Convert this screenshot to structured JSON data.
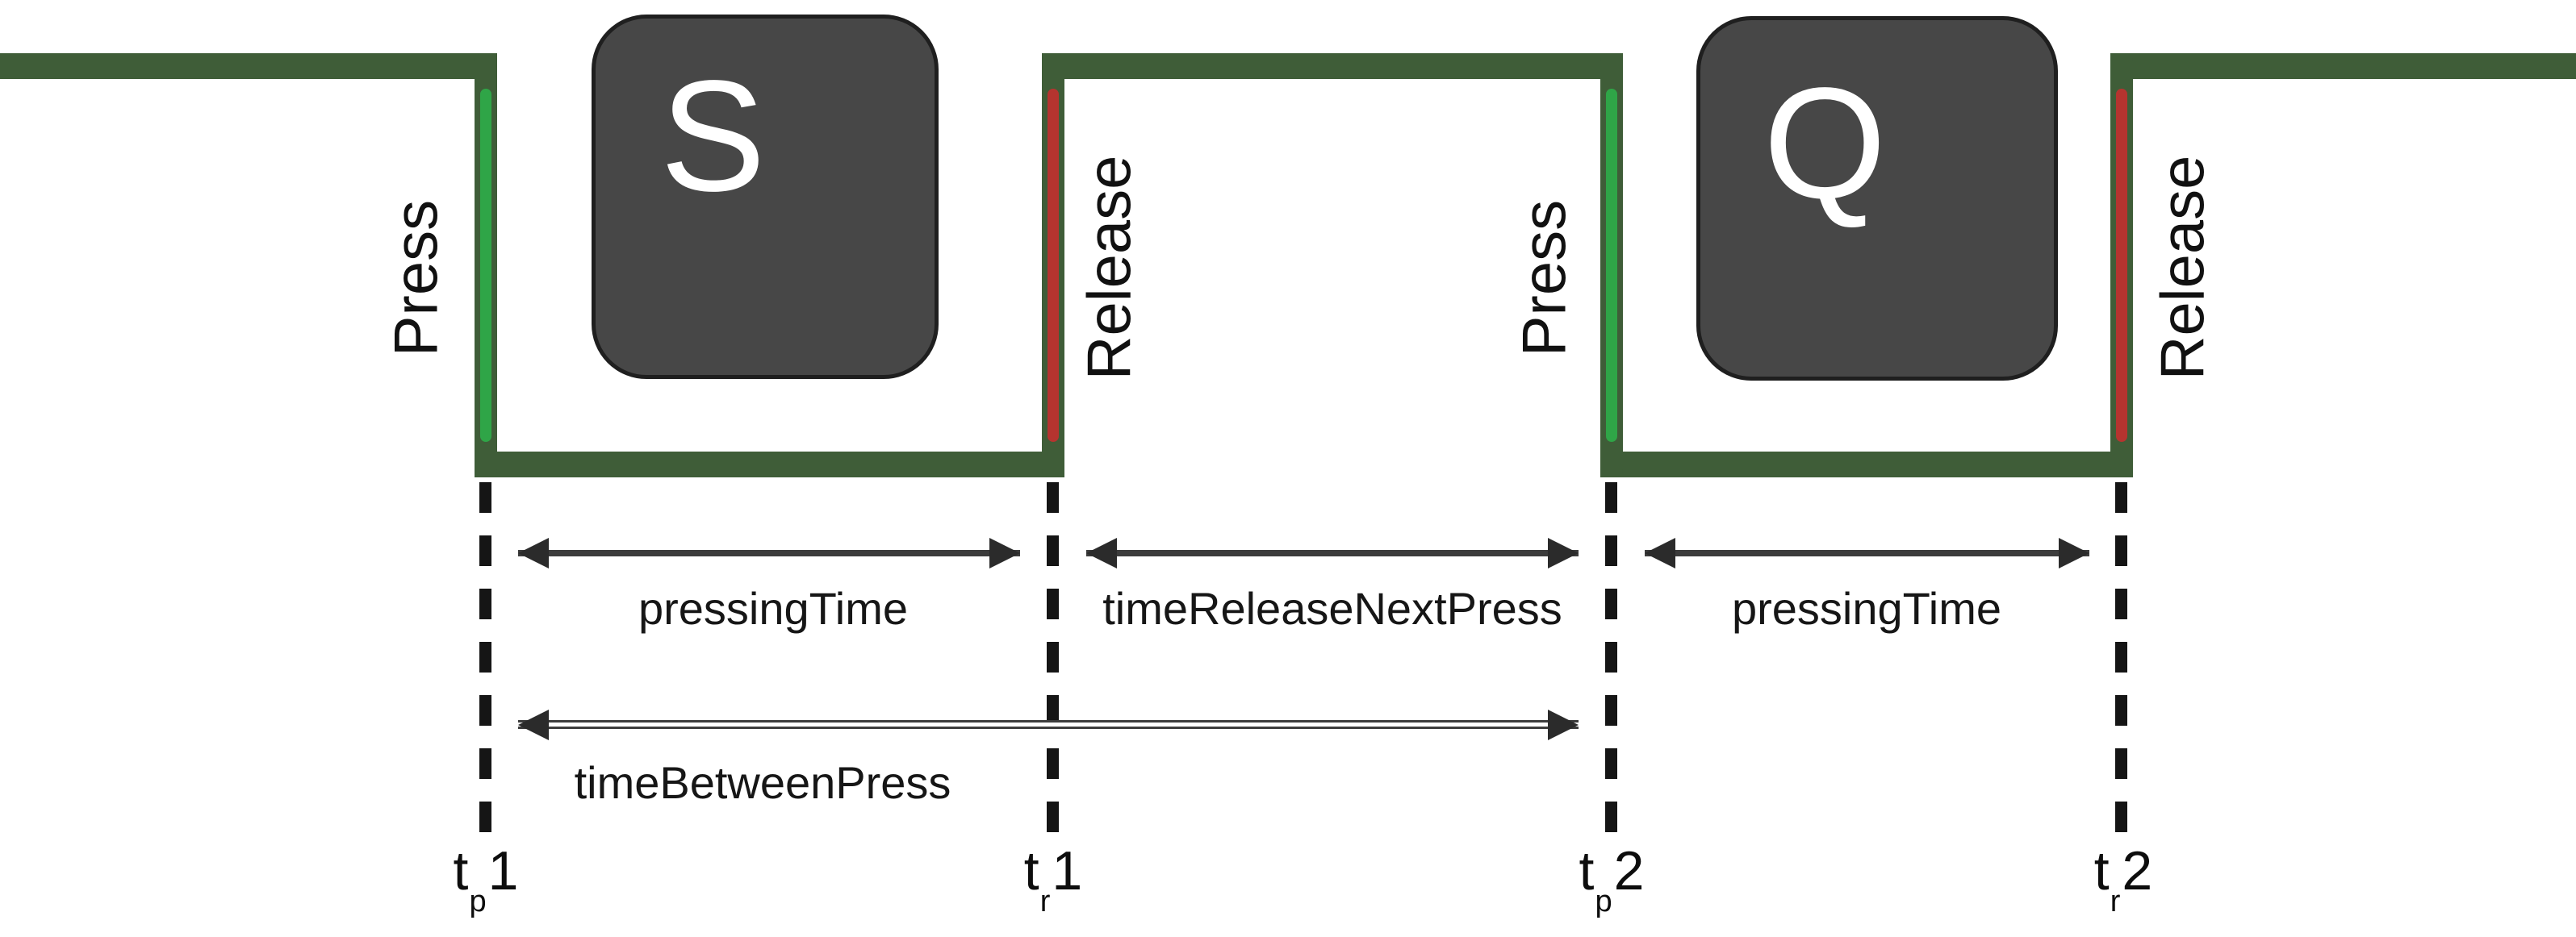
{
  "diagram": {
    "title": "keystroke press-release timing diagram",
    "colors": {
      "signal_green": "#3F5D38",
      "press_green": "#2FA547",
      "release_red": "#B5342F",
      "key_fill": "#474747",
      "key_border": "#1F1F1F",
      "dash_black": "#151515",
      "arrow_gray": "#3C3C3C",
      "text_black": "#111111"
    },
    "keys": [
      {
        "label": "S"
      },
      {
        "label": "Q"
      }
    ],
    "edges": [
      {
        "type": "press",
        "label": "Press"
      },
      {
        "type": "release",
        "label": "Release"
      },
      {
        "type": "press",
        "label": "Press"
      },
      {
        "type": "release",
        "label": "Release"
      }
    ],
    "intervals": [
      {
        "label": "pressingTime"
      },
      {
        "label": "timeReleaseNextPress"
      },
      {
        "label": "pressingTime"
      },
      {
        "label": "timeBetweenPress"
      }
    ],
    "time_markers": [
      {
        "base": "t",
        "sub": "p",
        "index": "1"
      },
      {
        "base": "t",
        "sub": "r",
        "index": "1"
      },
      {
        "base": "t",
        "sub": "p",
        "index": "2"
      },
      {
        "base": "t",
        "sub": "r",
        "index": "2"
      }
    ]
  }
}
